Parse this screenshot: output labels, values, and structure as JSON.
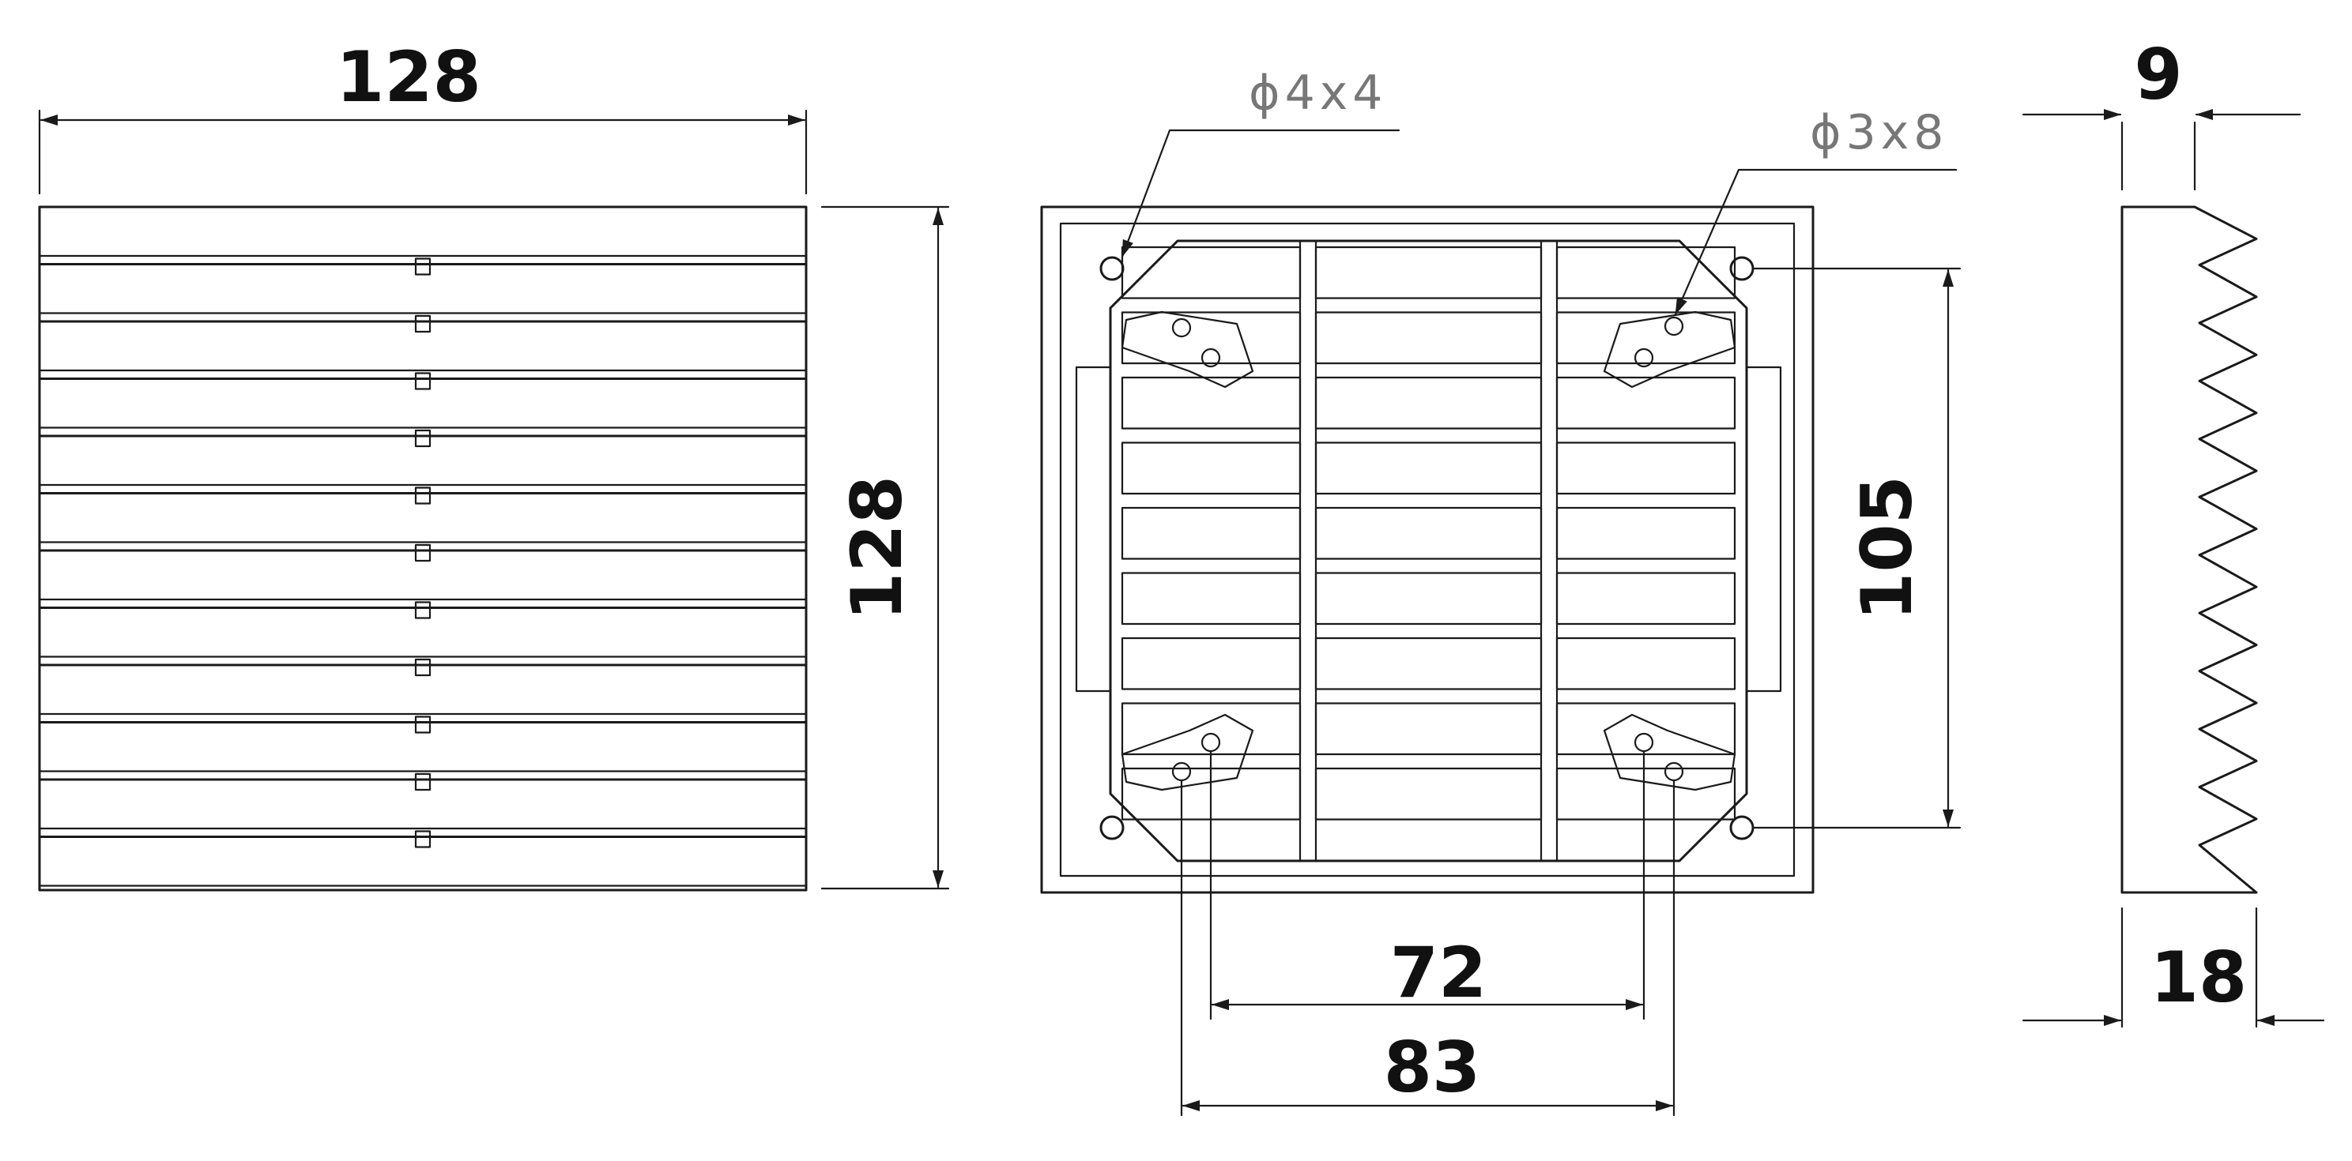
{
  "dimensions": {
    "front_width": "128",
    "front_height": "128",
    "mount_height": "105",
    "mount_inner_width": "72",
    "mount_outer_width": "83",
    "side_top": "9",
    "side_bottom": "18"
  },
  "callouts": {
    "hole_large": "ϕ4x4",
    "hole_small": "ϕ3x8"
  },
  "colors": {
    "line": "#1a1a1a",
    "callout_text": "#777777"
  }
}
